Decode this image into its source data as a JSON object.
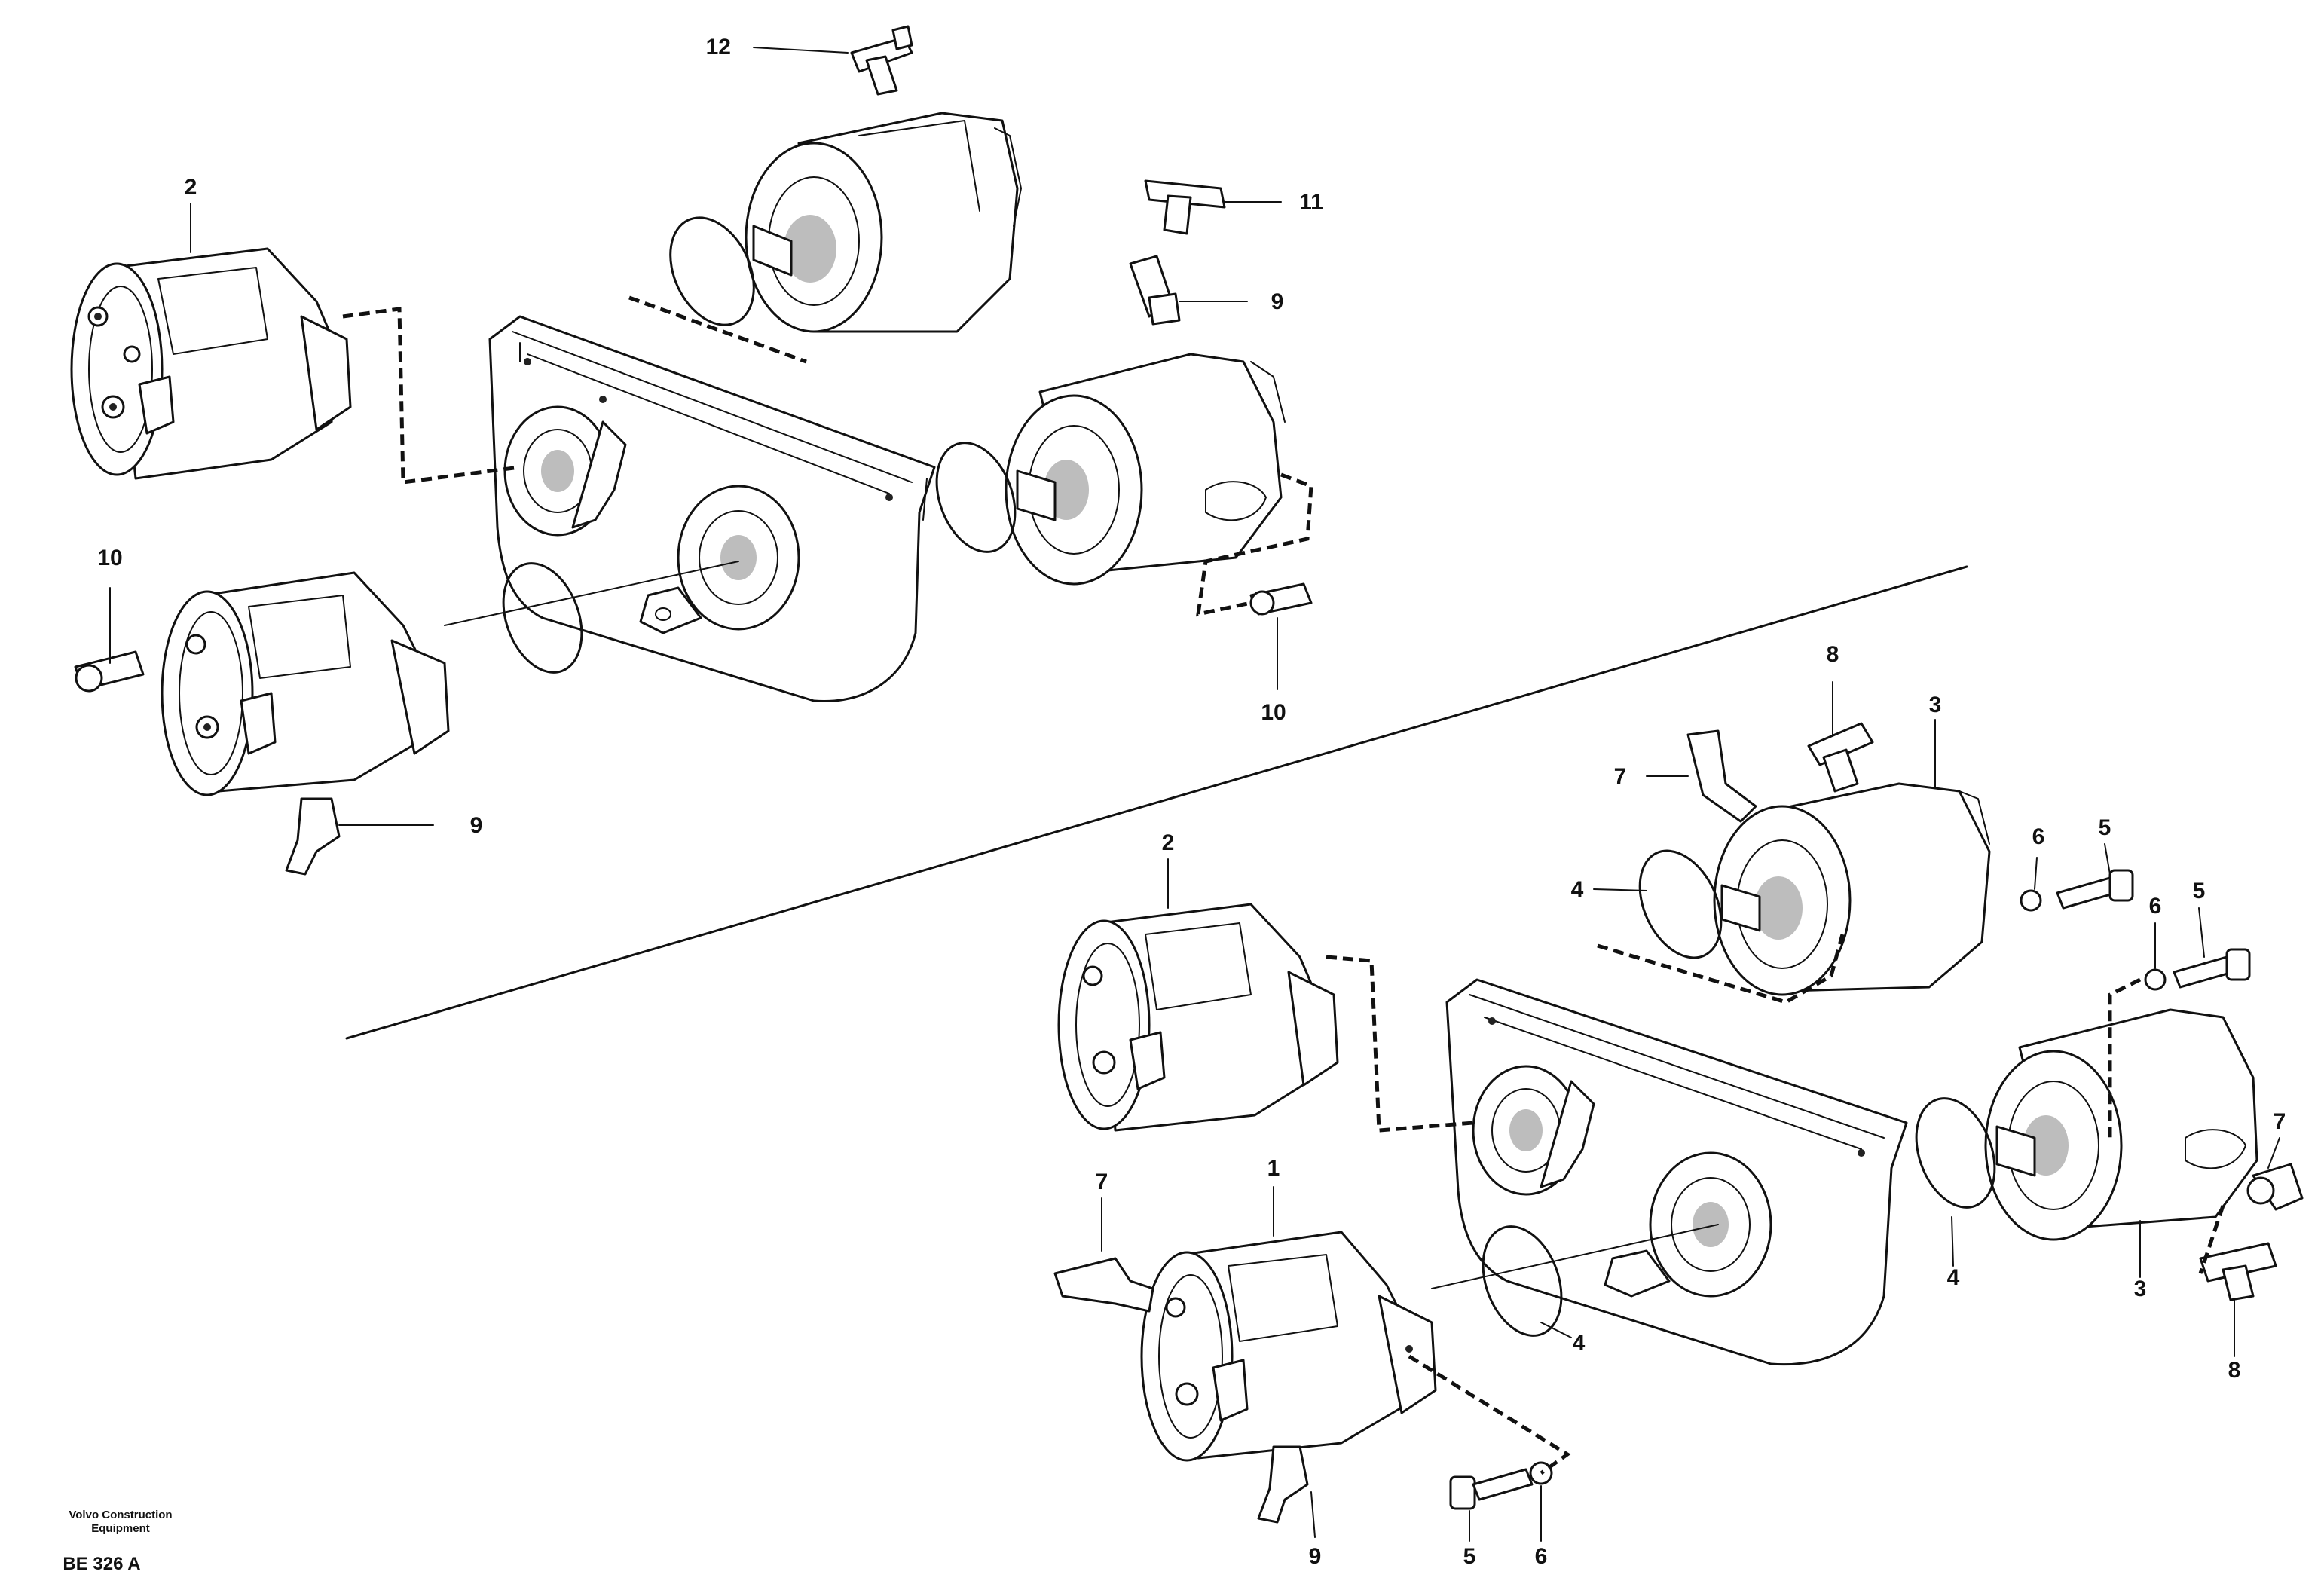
{
  "drawing": {
    "credit_line_1": "Volvo Construction",
    "credit_line_2": "Equipment",
    "code": "BE 326 A"
  },
  "upper_callouts": {
    "c12": "12",
    "c2": "2",
    "c11": "11",
    "c9a": "9",
    "c10a": "10",
    "c10b": "10",
    "c9b": "9"
  },
  "lower_callouts": {
    "c8a": "8",
    "c3a": "3",
    "c7a": "7",
    "c6a": "6",
    "c5a": "5",
    "c2": "2",
    "c4a": "4",
    "c6b": "6",
    "c5b": "5",
    "c7b": "7",
    "c1": "1",
    "c7c": "7",
    "c4b": "4",
    "c4c": "4",
    "c3b": "3",
    "c8b": "8",
    "c9": "9",
    "c5c": "5",
    "c6c": "6"
  }
}
